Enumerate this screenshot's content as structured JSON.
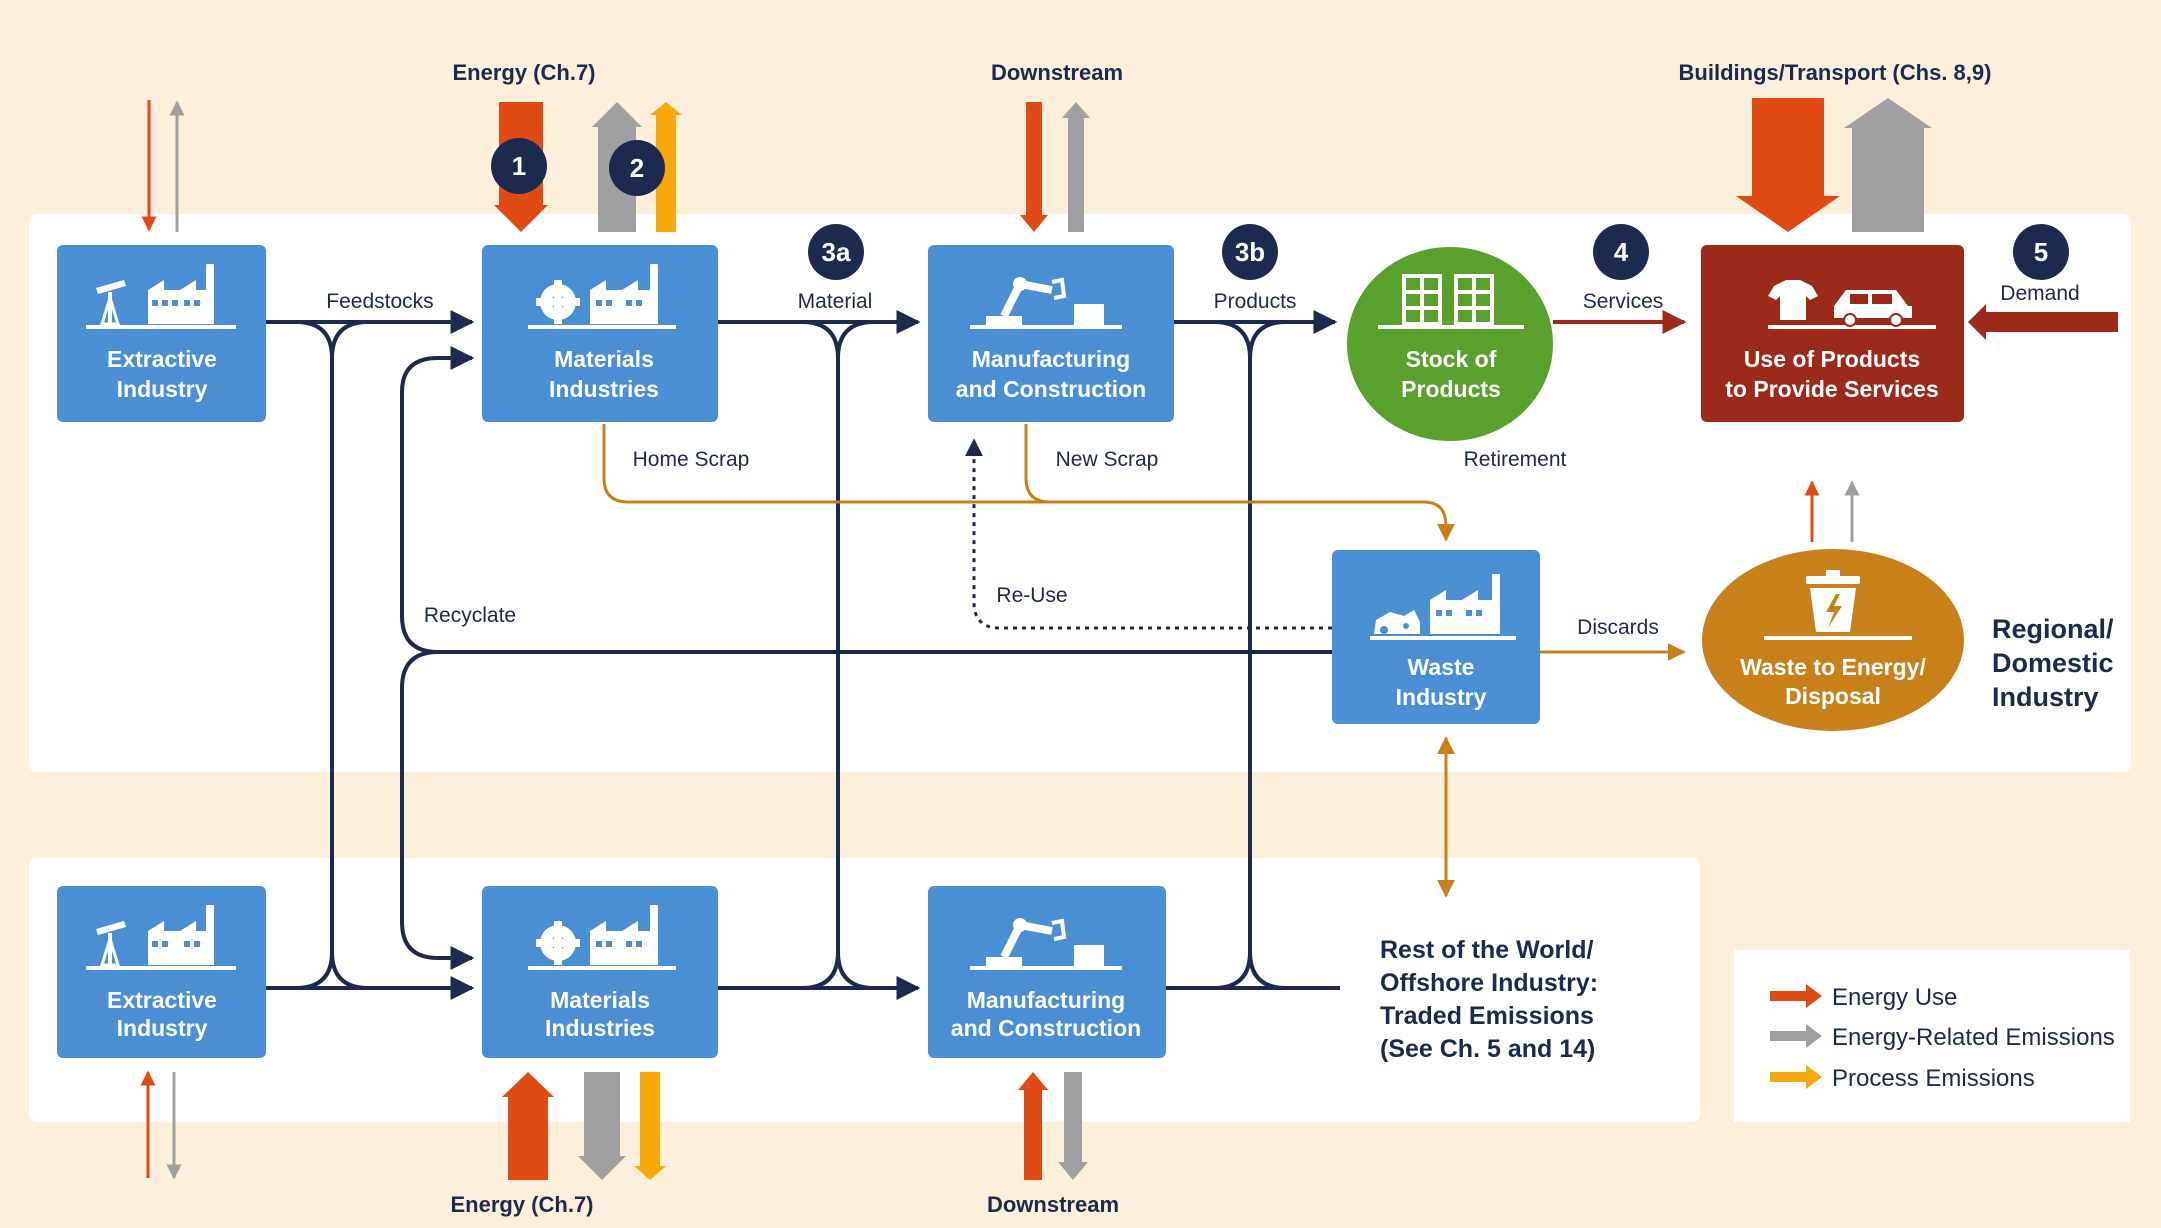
{
  "colors": {
    "background": "#fcf0dc",
    "panel": "#ffffff",
    "box_blue": "#4a8fd4",
    "navy": "#1b2a4e",
    "energy_orange": "#e04a14",
    "emission_gray": "#a0a0a0",
    "process_yellow": "#f5a90a",
    "stock_green": "#5aa02c",
    "use_red": "#9b2a1a",
    "waste_orange": "#c8801a",
    "flow_orange": "#c8801a",
    "services_red": "#9b2a1a"
  },
  "top_labels": {
    "energy_top": "Energy (Ch.7)",
    "downstream_top": "Downstream",
    "buildings_transport": "Buildings/Transport  (Chs. 8,9)",
    "energy_bottom": "Energy (Ch.7)",
    "downstream_bottom": "Downstream"
  },
  "badges": {
    "b1": "1",
    "b2": "2",
    "b3a": "3a",
    "b3b": "3b",
    "b4": "4",
    "b5": "5"
  },
  "domestic": {
    "extractive": [
      "Extractive",
      "Industry"
    ],
    "materials": [
      "Materials",
      "Industries"
    ],
    "manufacturing": [
      "Manufacturing",
      "and Construction"
    ],
    "stock": [
      "Stock of",
      "Products"
    ],
    "use": [
      "Use of Products",
      "to Provide Services"
    ],
    "waste": [
      "Waste",
      "Industry"
    ],
    "waste_energy": [
      "Waste to Energy/",
      "Disposal"
    ],
    "region_label": [
      "Regional/",
      "Domestic",
      "Industry"
    ]
  },
  "flows": {
    "feedstocks": "Feedstocks",
    "material": "Material",
    "products": "Products",
    "services": "Services",
    "demand": "Demand",
    "home_scrap": "Home Scrap",
    "new_scrap": "New Scrap",
    "retirement": "Retirement",
    "reuse": "Re-Use",
    "recyclate": "Recyclate",
    "discards": "Discards"
  },
  "offshore": {
    "extractive": [
      "Extractive",
      "Industry"
    ],
    "materials": [
      "Materials",
      "Industries"
    ],
    "manufacturing": [
      "Manufacturing",
      "and Construction"
    ],
    "rest_of_world": [
      "Rest of the World/",
      "Offshore Industry:",
      "Traded Emissions",
      "(See Ch. 5 and 14)"
    ]
  },
  "legend": {
    "items": [
      {
        "label": "Energy Use",
        "color": "#e04a14"
      },
      {
        "label": "Energy-Related Emissions",
        "color": "#a0a0a0"
      },
      {
        "label": "Process Emissions",
        "color": "#f5a90a"
      }
    ]
  },
  "icons": {
    "extractive": "oil-pump-factory-icon",
    "materials": "gear-factory-icon",
    "manufacturing": "robot-arm-icon",
    "stock": "shelves-icon",
    "use": "shirt-car-icon",
    "waste": "waste-factory-icon",
    "waste_energy": "bin-lightning-icon"
  }
}
